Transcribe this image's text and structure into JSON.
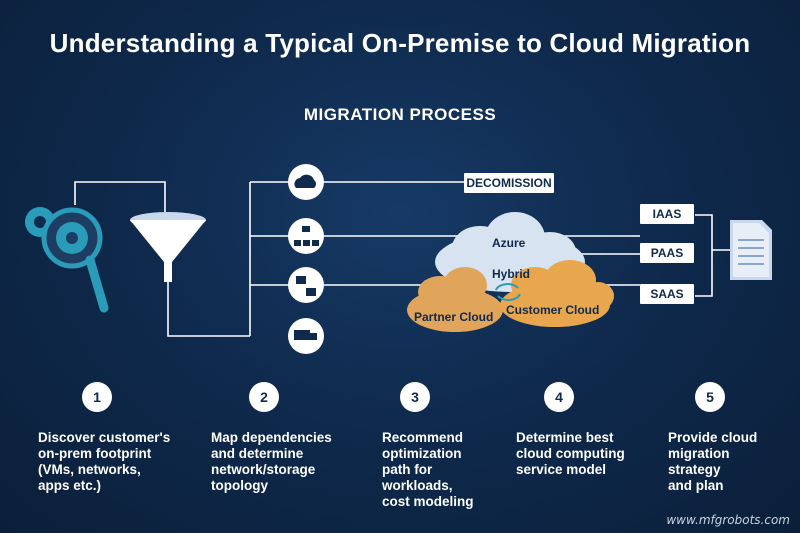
{
  "title": "Understanding a Typical On-Premise to Cloud Migration",
  "subtitle": "MIGRATION PROCESS",
  "flow": {
    "decommission": "DECOMISSION",
    "services": [
      "IAAS",
      "PAAS",
      "SAAS"
    ],
    "clouds": {
      "azure": "Azure",
      "hybrid": "Hybrid",
      "partner": "Partner Cloud",
      "customer": "Customer Cloud"
    },
    "icons": [
      "gears-search-icon",
      "funnel-icon",
      "cloud-gear-icon",
      "network-hierarchy-icon",
      "server-move-icon",
      "truck-icon",
      "document-icon"
    ]
  },
  "steps": [
    {
      "number": "1",
      "text": "Discover customer's\non-prem footprint\n(VMs, networks,\napps etc.)"
    },
    {
      "number": "2",
      "text": "Map  dependencies\nand determine\nnetwork/storage\ntopology"
    },
    {
      "number": "3",
      "text": "Recommend\noptimization\npath for\nworkloads,\ncost modeling"
    },
    {
      "number": "4",
      "text": "Determine best\ncloud computing\nservice model"
    },
    {
      "number": "5",
      "text": "Provide cloud\nmigration\nstrategy\nand plan"
    }
  ],
  "watermark": "www.mfgrobots.com",
  "colors": {
    "background": "#0f2a4d",
    "accent_teal": "#2a9bb8",
    "partner_cloud": "#e0a45a",
    "customer_cloud": "#e8a64e",
    "cloud_blue": "#c9d8ea"
  }
}
